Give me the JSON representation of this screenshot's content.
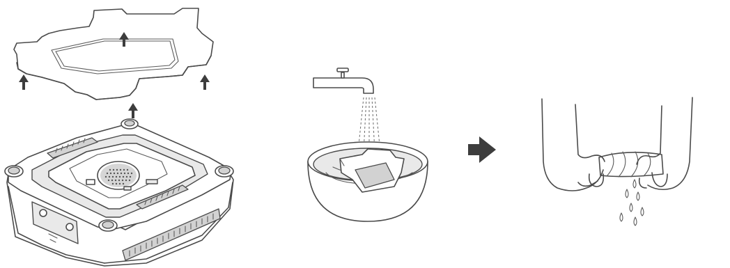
{
  "steps": [
    {
      "name": "remove-cover",
      "icon": "device-with-lifted-cover"
    },
    {
      "name": "soak-pad",
      "icon": "faucet-and-bowl"
    },
    {
      "name": "next",
      "icon": "right-arrow-icon"
    },
    {
      "name": "wring-pad",
      "icon": "hands-wringing-cloth"
    }
  ],
  "colors": {
    "line": "#4a4a4a",
    "arrow": "#3d3d3d",
    "water": "#e9e9e9",
    "background": "#ffffff"
  }
}
